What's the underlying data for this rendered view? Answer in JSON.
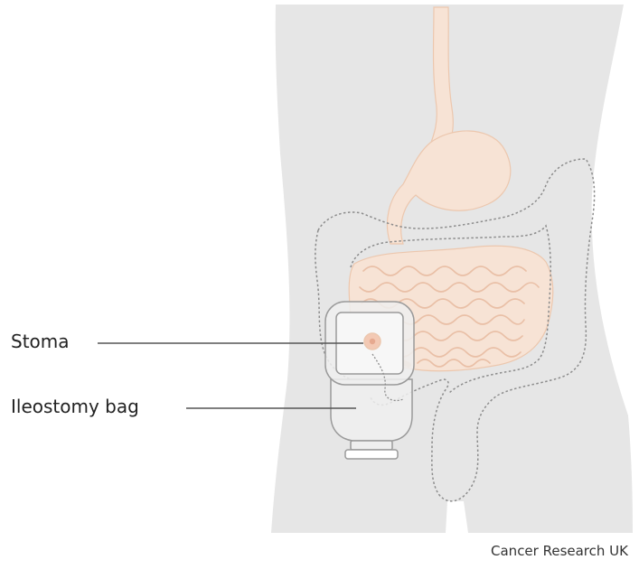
{
  "labels": {
    "stoma": "Stoma",
    "ileostomy_bag": "Ileostomy bag"
  },
  "credit": "Cancer Research UK",
  "colors": {
    "body": "#e6e6e6",
    "digestive_tract": "#f7e3d5",
    "digestive_outline": "#ecc7ae",
    "intestine_fold": "#e9bfa6",
    "colon_outline": "#8c8c8c",
    "stoma": "#f3c9b4",
    "bag_fill": "#efefef",
    "bag_outline": "#9a9a9a",
    "leader_line": "#555555",
    "text": "#222222"
  }
}
